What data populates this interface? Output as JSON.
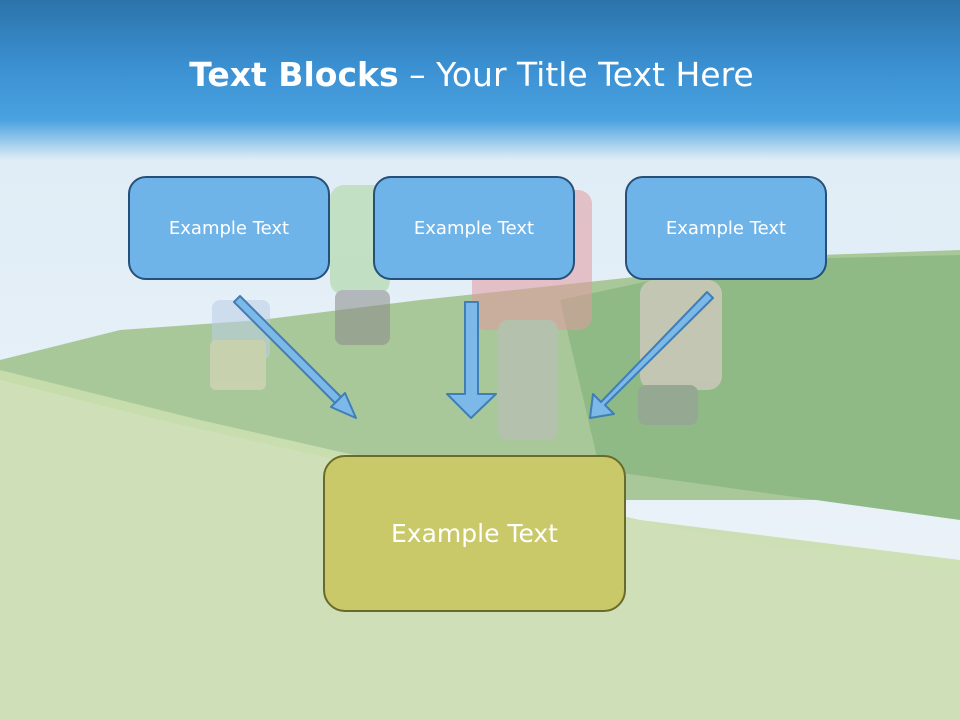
{
  "title": {
    "bold": "Text Blocks",
    "dash": " – ",
    "rest": "Your Title Text Here"
  },
  "blocks": {
    "left": "Example Text",
    "center": "Example Text",
    "right": "Example Text",
    "bottom": "Example Text"
  },
  "colors": {
    "header": "#3a8fd0",
    "top_box_fill": "#6fb4e8",
    "bottom_box_fill": "#c9c96a",
    "arrow_fill": "#7cb8e8"
  }
}
